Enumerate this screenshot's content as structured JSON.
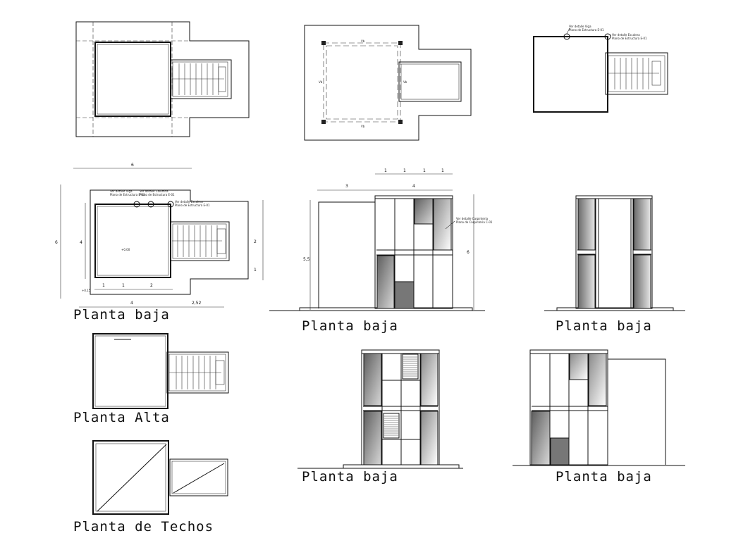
{
  "labels": {
    "planta_baja_1": "Planta baja",
    "planta_baja_2": "Planta baja",
    "planta_baja_3": "Planta baja",
    "planta_baja_4": "Planta baja",
    "planta_baja_5": "Planta baja",
    "planta_alta": "Planta Alta",
    "planta_techos": "Planta de Techos"
  },
  "dimensions": {
    "plan_total_width": "6",
    "plan_height": "6",
    "plan_inner_height": "4",
    "plan_bottom_left": "4",
    "plan_bottom_right": "2,52",
    "plan_seg_1": "1",
    "plan_seg_2": "1",
    "plan_seg_3": "2",
    "plan_right_1": "2",
    "plan_right_2": "1",
    "elev_top_1": "1",
    "elev_top_2": "1",
    "elev_top_3": "1",
    "elev_top_4": "1",
    "elev_left": "3",
    "elev_width": "4",
    "elev_height_left": "5,5",
    "elev_height_right": "6"
  },
  "annotations": {
    "ver_detalle_viga": "Ver detalle Viga",
    "ver_detalle_columna": "Ver detalle Columna",
    "ver_detalle_escalera": "Ver detalle Escalera",
    "plano_estructura": "Plano de Estructura E-01",
    "ver_detalle_carpinteria": "Ver detalle Carpinteria",
    "plano_carpinteria": "Plano de Carpinteria C-01",
    "vigas_1": "Vb",
    "vigas_2": "Vb",
    "vigas_3": "Vb",
    "vigas_4": "Vb",
    "level_1": "+0.00",
    "level_2": "+0.15"
  },
  "colors": {
    "line": "#111111",
    "panel_dark": "#7a7a7a",
    "panel_light": "#f4f4f4"
  }
}
